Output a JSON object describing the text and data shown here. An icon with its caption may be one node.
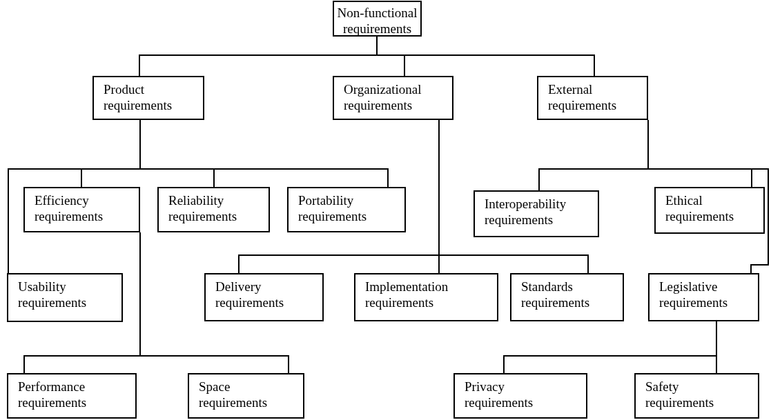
{
  "diagram": {
    "nodes": [
      {
        "text": [
          "Non-functional requirements"
        ]
      },
      {
        "text": [
          "Product requirements"
        ]
      },
      {
        "text": [
          "Organizational requirements"
        ]
      },
      {
        "text": [
          "External requirements"
        ]
      },
      {
        "text": [
          "Efficiency requirements"
        ]
      },
      {
        "text": [
          "Reliability requirements"
        ]
      },
      {
        "text": [
          "Portability requirements"
        ]
      },
      {
        "text": [
          "Usability requirements"
        ]
      },
      {
        "text": [
          "Interoperability requirements"
        ]
      },
      {
        "text": [
          "Ethical requirements"
        ]
      },
      {
        "text": [
          "Delivery requirements"
        ]
      },
      {
        "text": [
          "Implementation requirements"
        ]
      },
      {
        "text": [
          "Standards requirements"
        ]
      },
      {
        "text": [
          "Legislative requirements"
        ]
      },
      {
        "text": [
          "Performance requirements"
        ]
      },
      {
        "text": [
          "Space requirements"
        ]
      },
      {
        "text": [
          "Privacy requirements"
        ]
      },
      {
        "text": [
          "Safety requirements"
        ]
      }
    ],
    "edges": [
      {
        "from": 0,
        "to": 1,
        "arrow": "none"
      },
      {
        "from": 0,
        "to": 2,
        "arrow": "none"
      },
      {
        "from": 0,
        "to": 3,
        "arrow": "none"
      },
      {
        "from": 1,
        "to": 4,
        "arrow": "none"
      },
      {
        "from": 1,
        "to": 5,
        "arrow": "none"
      },
      {
        "from": 1,
        "to": 6,
        "arrow": "none"
      },
      {
        "from": 1,
        "to": 7,
        "arrow": "none"
      },
      {
        "from": 4,
        "to": 14,
        "arrow": "none"
      },
      {
        "from": 4,
        "to": 15,
        "arrow": "none"
      },
      {
        "from": 2,
        "to": 10,
        "arrow": "none"
      },
      {
        "from": 2,
        "to": 11,
        "arrow": "none"
      },
      {
        "from": 2,
        "to": 12,
        "arrow": "none"
      },
      {
        "from": 3,
        "to": 8,
        "arrow": "none"
      },
      {
        "from": 3,
        "to": 9,
        "arrow": "none"
      },
      {
        "from": 3,
        "to": 13,
        "arrow": "none"
      },
      {
        "from": 13,
        "to": 16,
        "arrow": "none"
      },
      {
        "from": 13,
        "to": 17,
        "arrow": "none"
      }
    ]
  }
}
